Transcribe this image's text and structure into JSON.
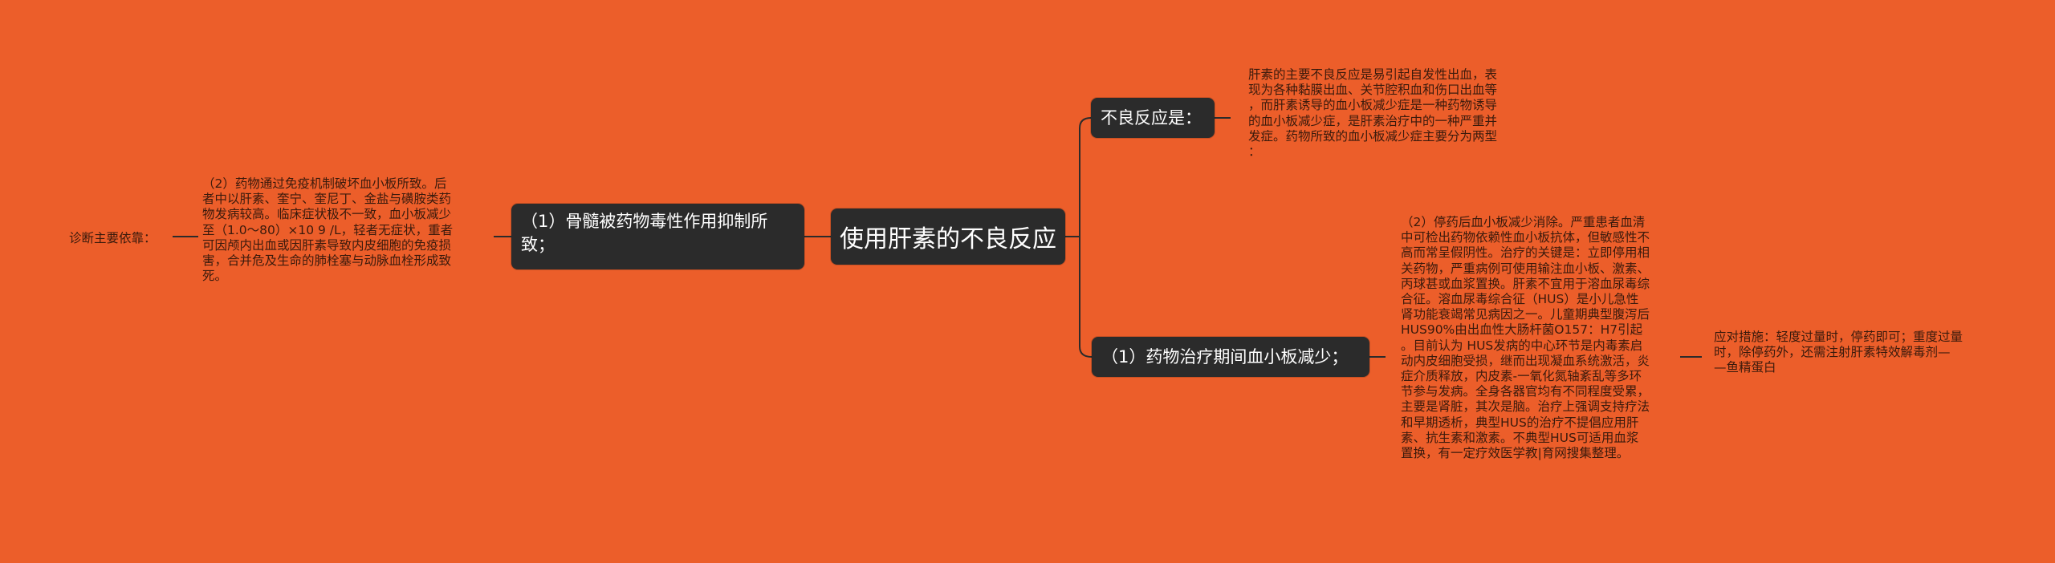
{
  "colors": {
    "background": "#EC5E2A",
    "node_fill": "#2B2B2B",
    "node_text": "#FFFFFF",
    "line": "#2B2B2B",
    "note_text": "#3A1A0C"
  },
  "root": {
    "label": "使用肝素的不良反应"
  },
  "branches": {
    "adverse": {
      "label": "不良反应是：",
      "note": "肝素的主要不良反应是易引起自发性出血，表\n现为各种黏膜出血、关节腔积血和伤口出血等\n，而肝素诱导的血小板减少症是一种药物诱导\n的血小板减少症，是肝素治疗中的一种严重并\n发症。药物所致的血小板减少症主要分为两型\n："
    },
    "drug": {
      "label": "（1）药物治疗期间血小板减少；",
      "note": "（2）停药后血小板减少消除。严重患者血清\n中可检出药物依赖性血小板抗体，但敏感性不\n高而常呈假阴性。治疗的关键是：立即停用相\n关药物，严重病例可使用输注血小板、激素、\n丙球甚或血浆置换。肝素不宜用于溶血尿毒综\n合征。溶血尿毒综合征（HUS）是小儿急性\n肾功能衰竭常见病因之一。儿童期典型腹泻后\nHUS90%由出血性大肠杆菌O157：H7引起\n。目前认为 HUS发病的中心环节是内毒素启\n动内皮细胞受损，继而出现凝血系统激活，炎\n症介质释放，内皮素-一氧化氮轴紊乱等多环\n节参与发病。全身各器官均有不同程度受累，\n主要是肾脏，其次是脑。治疗上强调支持疗法\n和早期透析，典型HUS的治疗不提倡应用肝\n素、抗生素和激素。不典型HUS可适用血浆\n置换，有一定疗效医学教|育网搜集整理。",
      "response": "应对措施：轻度过量时，停药即可；重度过量\n时，除停药外，还需注射肝素特效解毒剂—\n—鱼精蛋白"
    },
    "marrow": {
      "label": "（1）骨髓被药物毒性作用抑制所致；",
      "note": "（2）药物通过免疫机制破坏血小板所致。后\n者中以肝素、奎宁、奎尼丁、金盐与磺胺类药\n物发病较高。临床症状极不一致，血小板减少\n至（1.0～80）×10 9 /L，轻者无症状，重者\n可因颅内出血或因肝素导致内皮细胞的免疫损\n害，合并危及生命的肺栓塞与动脉血栓形成致\n死。",
      "diagnosis": "诊断主要依靠："
    }
  }
}
